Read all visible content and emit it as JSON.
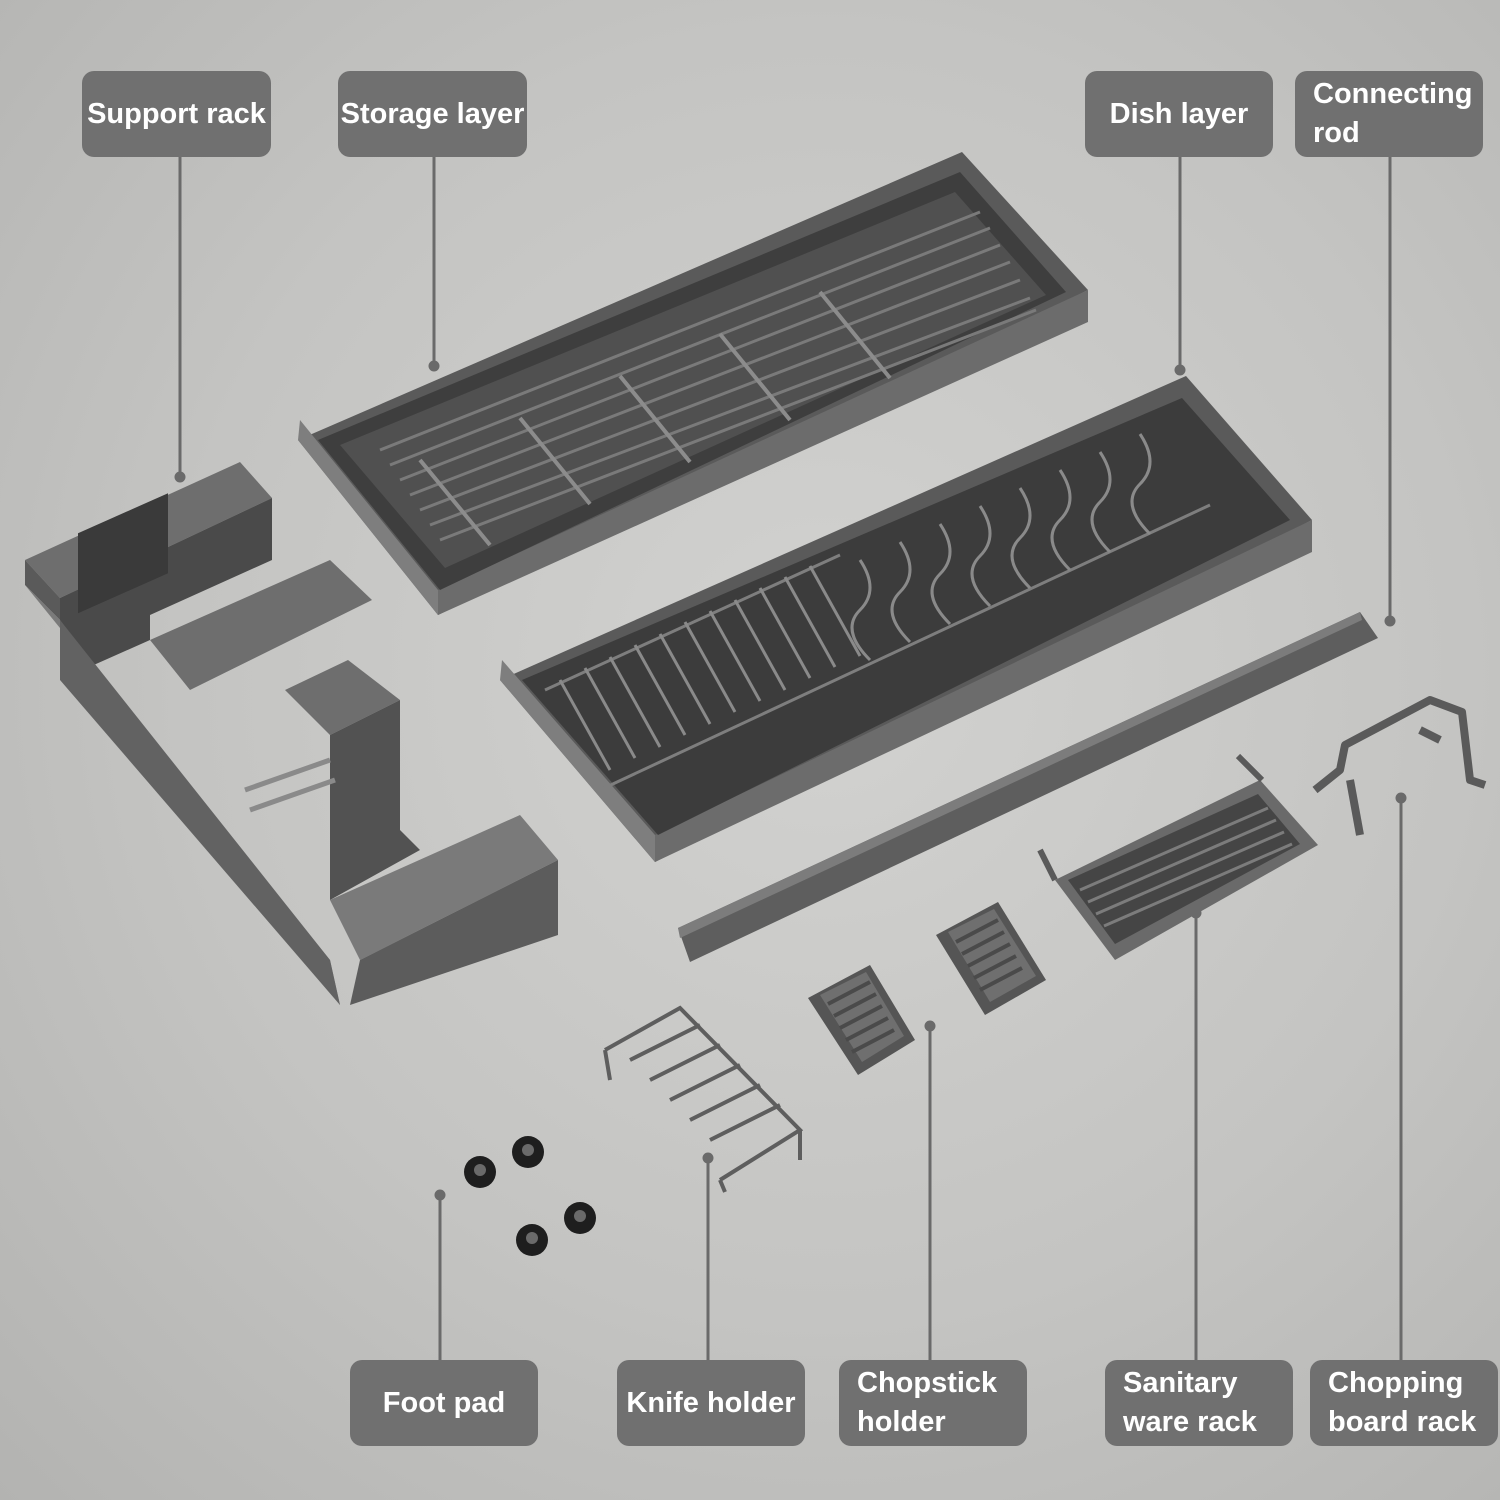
{
  "diagram": {
    "callouts": {
      "support_rack": "Support rack",
      "storage_layer": "Storage layer",
      "dish_layer": "Dish layer",
      "connecting_rod": "Connecting\nrod",
      "foot_pad": "Foot pad",
      "knife_holder": "Knife holder",
      "chopstick_holder": "Chopstick\nholder",
      "sanitary_ware_rack": "Sanitary\nware rack",
      "chopping_board_rack": "Chopping\nboard rack"
    },
    "colors": {
      "callout_bg": "#707070",
      "callout_text": "#ffffff",
      "part_dark": "#4a4a4a",
      "part_mid": "#666666",
      "part_light": "#8a8a8a",
      "leader_line": "#6a6a6a",
      "background": "#c6c6c4"
    }
  }
}
